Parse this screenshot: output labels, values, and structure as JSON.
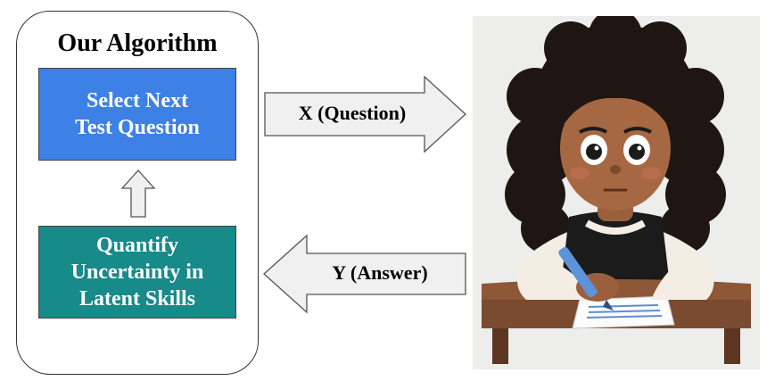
{
  "algorithm": {
    "title": "Our Algorithm",
    "select_box": "Select Next\nTest Question",
    "quantify_box": "Quantify\nUncertainty in\nLatent Skills"
  },
  "arrows": {
    "question_label": "X (Question)",
    "answer_label": "Y (Answer)"
  },
  "colors": {
    "select_box": "#3d80e6",
    "quantify_box": "#178a8a",
    "arrow_fill": "#f0f0f0",
    "arrow_stroke": "#555555"
  },
  "illustration": {
    "subject": "student-taking-test"
  }
}
